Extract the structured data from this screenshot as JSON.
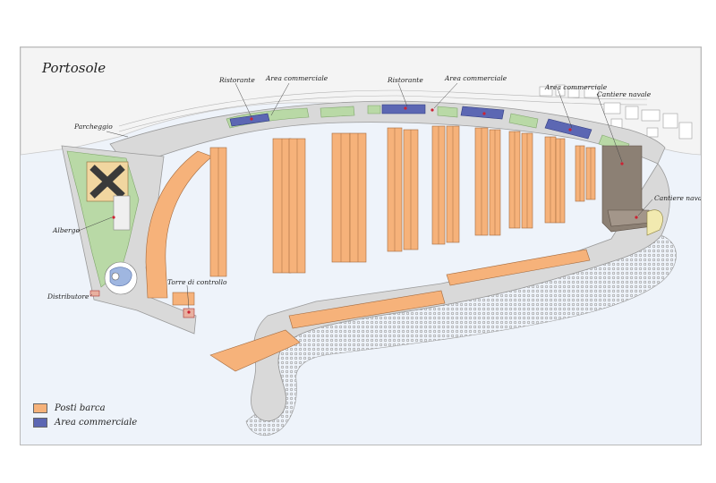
{
  "map": {
    "title": "Portosole",
    "colors": {
      "water": "#eef3fa",
      "land": "#d9d9d9",
      "green": "#b9d9a6",
      "berth": "#f6b27a",
      "commercial": "#5c67b3",
      "shipyard": "#8c8074",
      "marker": "#cc2233"
    },
    "labels": {
      "parcheggio": "Parcheggio",
      "ristorante_1": "Ristorante",
      "area_commerciale_1": "Area commerciale",
      "ristorante_2": "Ristorante",
      "area_commerciale_2": "Area commerciale",
      "area_commerciale_3": "Area commerciale",
      "cantiere_navale_1": "Cantiere navale",
      "cantiere_navale_2": "Cantiere navale",
      "albergo": "Albergo",
      "torre_di_controllo": "Torre di controllo",
      "distributore": "Distributore"
    },
    "legend": [
      {
        "label": "Posti barca",
        "color": "#f6b27a"
      },
      {
        "label": "Area commerciale",
        "color": "#5c67b3"
      }
    ]
  }
}
